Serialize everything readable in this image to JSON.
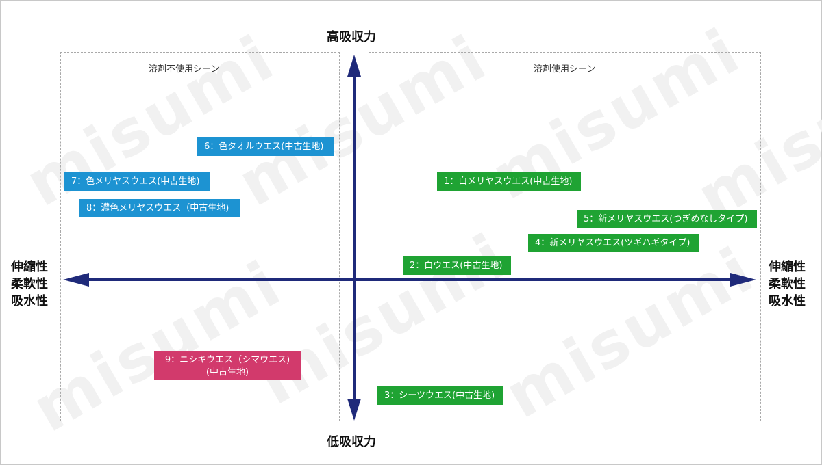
{
  "watermark": "misumi",
  "axes": {
    "top": "高吸収力",
    "bottom": "低吸収力",
    "left": [
      "伸縮性",
      "柔軟性",
      "吸水性"
    ],
    "right": [
      "伸縮性",
      "柔軟性",
      "吸水性"
    ]
  },
  "quadrants": {
    "left_label": "溶剤不使用シーン",
    "right_label": "溶剤使用シーン"
  },
  "items": [
    {
      "id": 1,
      "label": "1：白メリヤスウエス(中古生地)",
      "color": "green"
    },
    {
      "id": 2,
      "label": "2：白ウエス(中古生地)",
      "color": "green"
    },
    {
      "id": 3,
      "label": "3：シーツウエス(中古生地)",
      "color": "green"
    },
    {
      "id": 4,
      "label": "4：新メリヤスウエス(ツギハギタイプ)",
      "color": "green"
    },
    {
      "id": 5,
      "label": "5：新メリヤスウエス(つぎめなしタイプ)",
      "color": "green"
    },
    {
      "id": 6,
      "label": "6：色タオルウエス(中古生地)",
      "color": "blue"
    },
    {
      "id": 7,
      "label": "7：色メリヤスウエス(中古生地)",
      "color": "blue"
    },
    {
      "id": 8,
      "label": "8：濃色メリヤスウエス（中古生地)",
      "color": "blue"
    },
    {
      "id": 9,
      "label": "9：ニシキウエス（シマウエス)",
      "label2": "(中古生地)",
      "color": "pink"
    }
  ],
  "colors": {
    "axis": "#1f2a7a",
    "blue": "#1d93d2",
    "green": "#1fa333",
    "pink": "#d23a6c"
  }
}
